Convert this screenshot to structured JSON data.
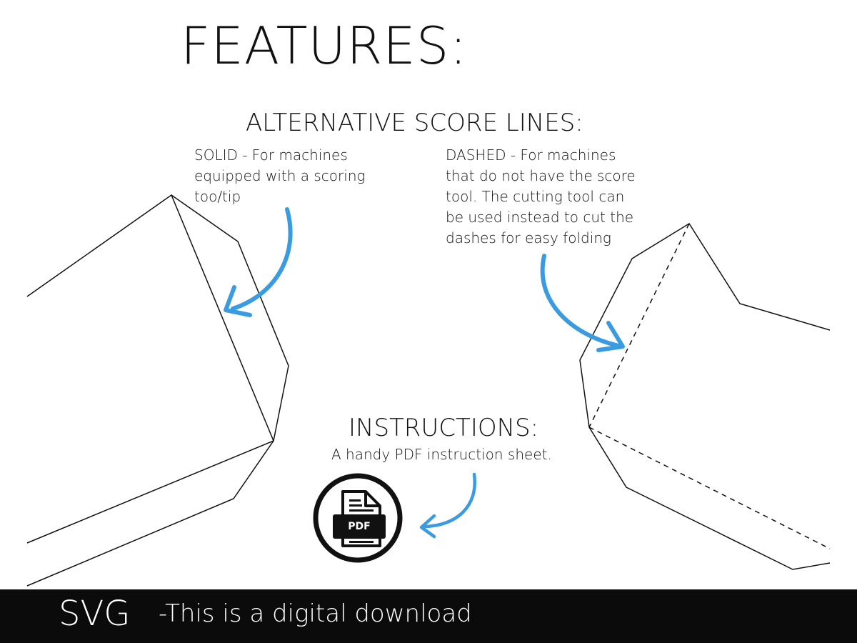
{
  "page": {
    "title": "FEATURES:",
    "score_heading": "ALTERNATIVE SCORE LINES:",
    "solid_description": "SOLID - For machines\nequipped with a scoring\ntoo/tip",
    "dashed_description": "DASHED - For machines\nthat do not have the score\ntool.  The cutting tool can\nbe used instead to cut the\ndashes for easy folding",
    "instructions_heading": "INSTRUCTIONS:",
    "instructions_description": "A handy PDF instruction sheet.",
    "pdf_label": "PDF"
  },
  "footer": {
    "left": "SVG",
    "right": "-This is a digital download"
  },
  "icons": {
    "arrows": "curved-arrow-icon",
    "document": "pdf-file-icon"
  },
  "colors": {
    "arrow": "#3b9be0",
    "footer_background": "#0b0b0b",
    "footer_text": "#ffffff"
  }
}
